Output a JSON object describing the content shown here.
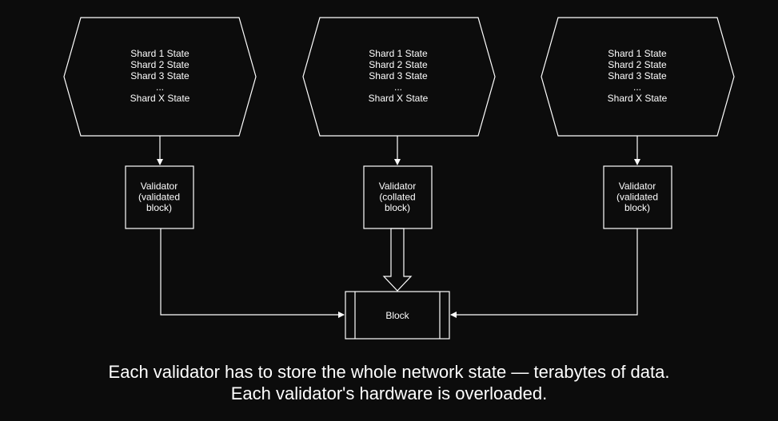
{
  "diagram": {
    "state_groups": [
      {
        "lines": [
          "Shard 1 State",
          "Shard 2 State",
          "Shard 3 State",
          "...",
          "Shard X State"
        ]
      },
      {
        "lines": [
          "Shard 1 State",
          "Shard 2 State",
          "Shard 3 State",
          "...",
          "Shard X State"
        ]
      },
      {
        "lines": [
          "Shard 1 State",
          "Shard 2 State",
          "Shard 3 State",
          "...",
          "Shard X State"
        ]
      }
    ],
    "validators": [
      {
        "lines": [
          "Validator",
          "(validated",
          "block)"
        ]
      },
      {
        "lines": [
          "Validator",
          "(collated",
          "block)"
        ]
      },
      {
        "lines": [
          "Validator",
          "(validated",
          "block)"
        ]
      }
    ],
    "block": {
      "label": "Block"
    }
  },
  "caption": {
    "line1": "Each validator has to store the whole network state — terabytes of data.",
    "line2": "Each validator's hardware is overloaded."
  },
  "colors": {
    "background": "#0c0c0c",
    "stroke": "#ffffff",
    "text": "#ffffff"
  }
}
